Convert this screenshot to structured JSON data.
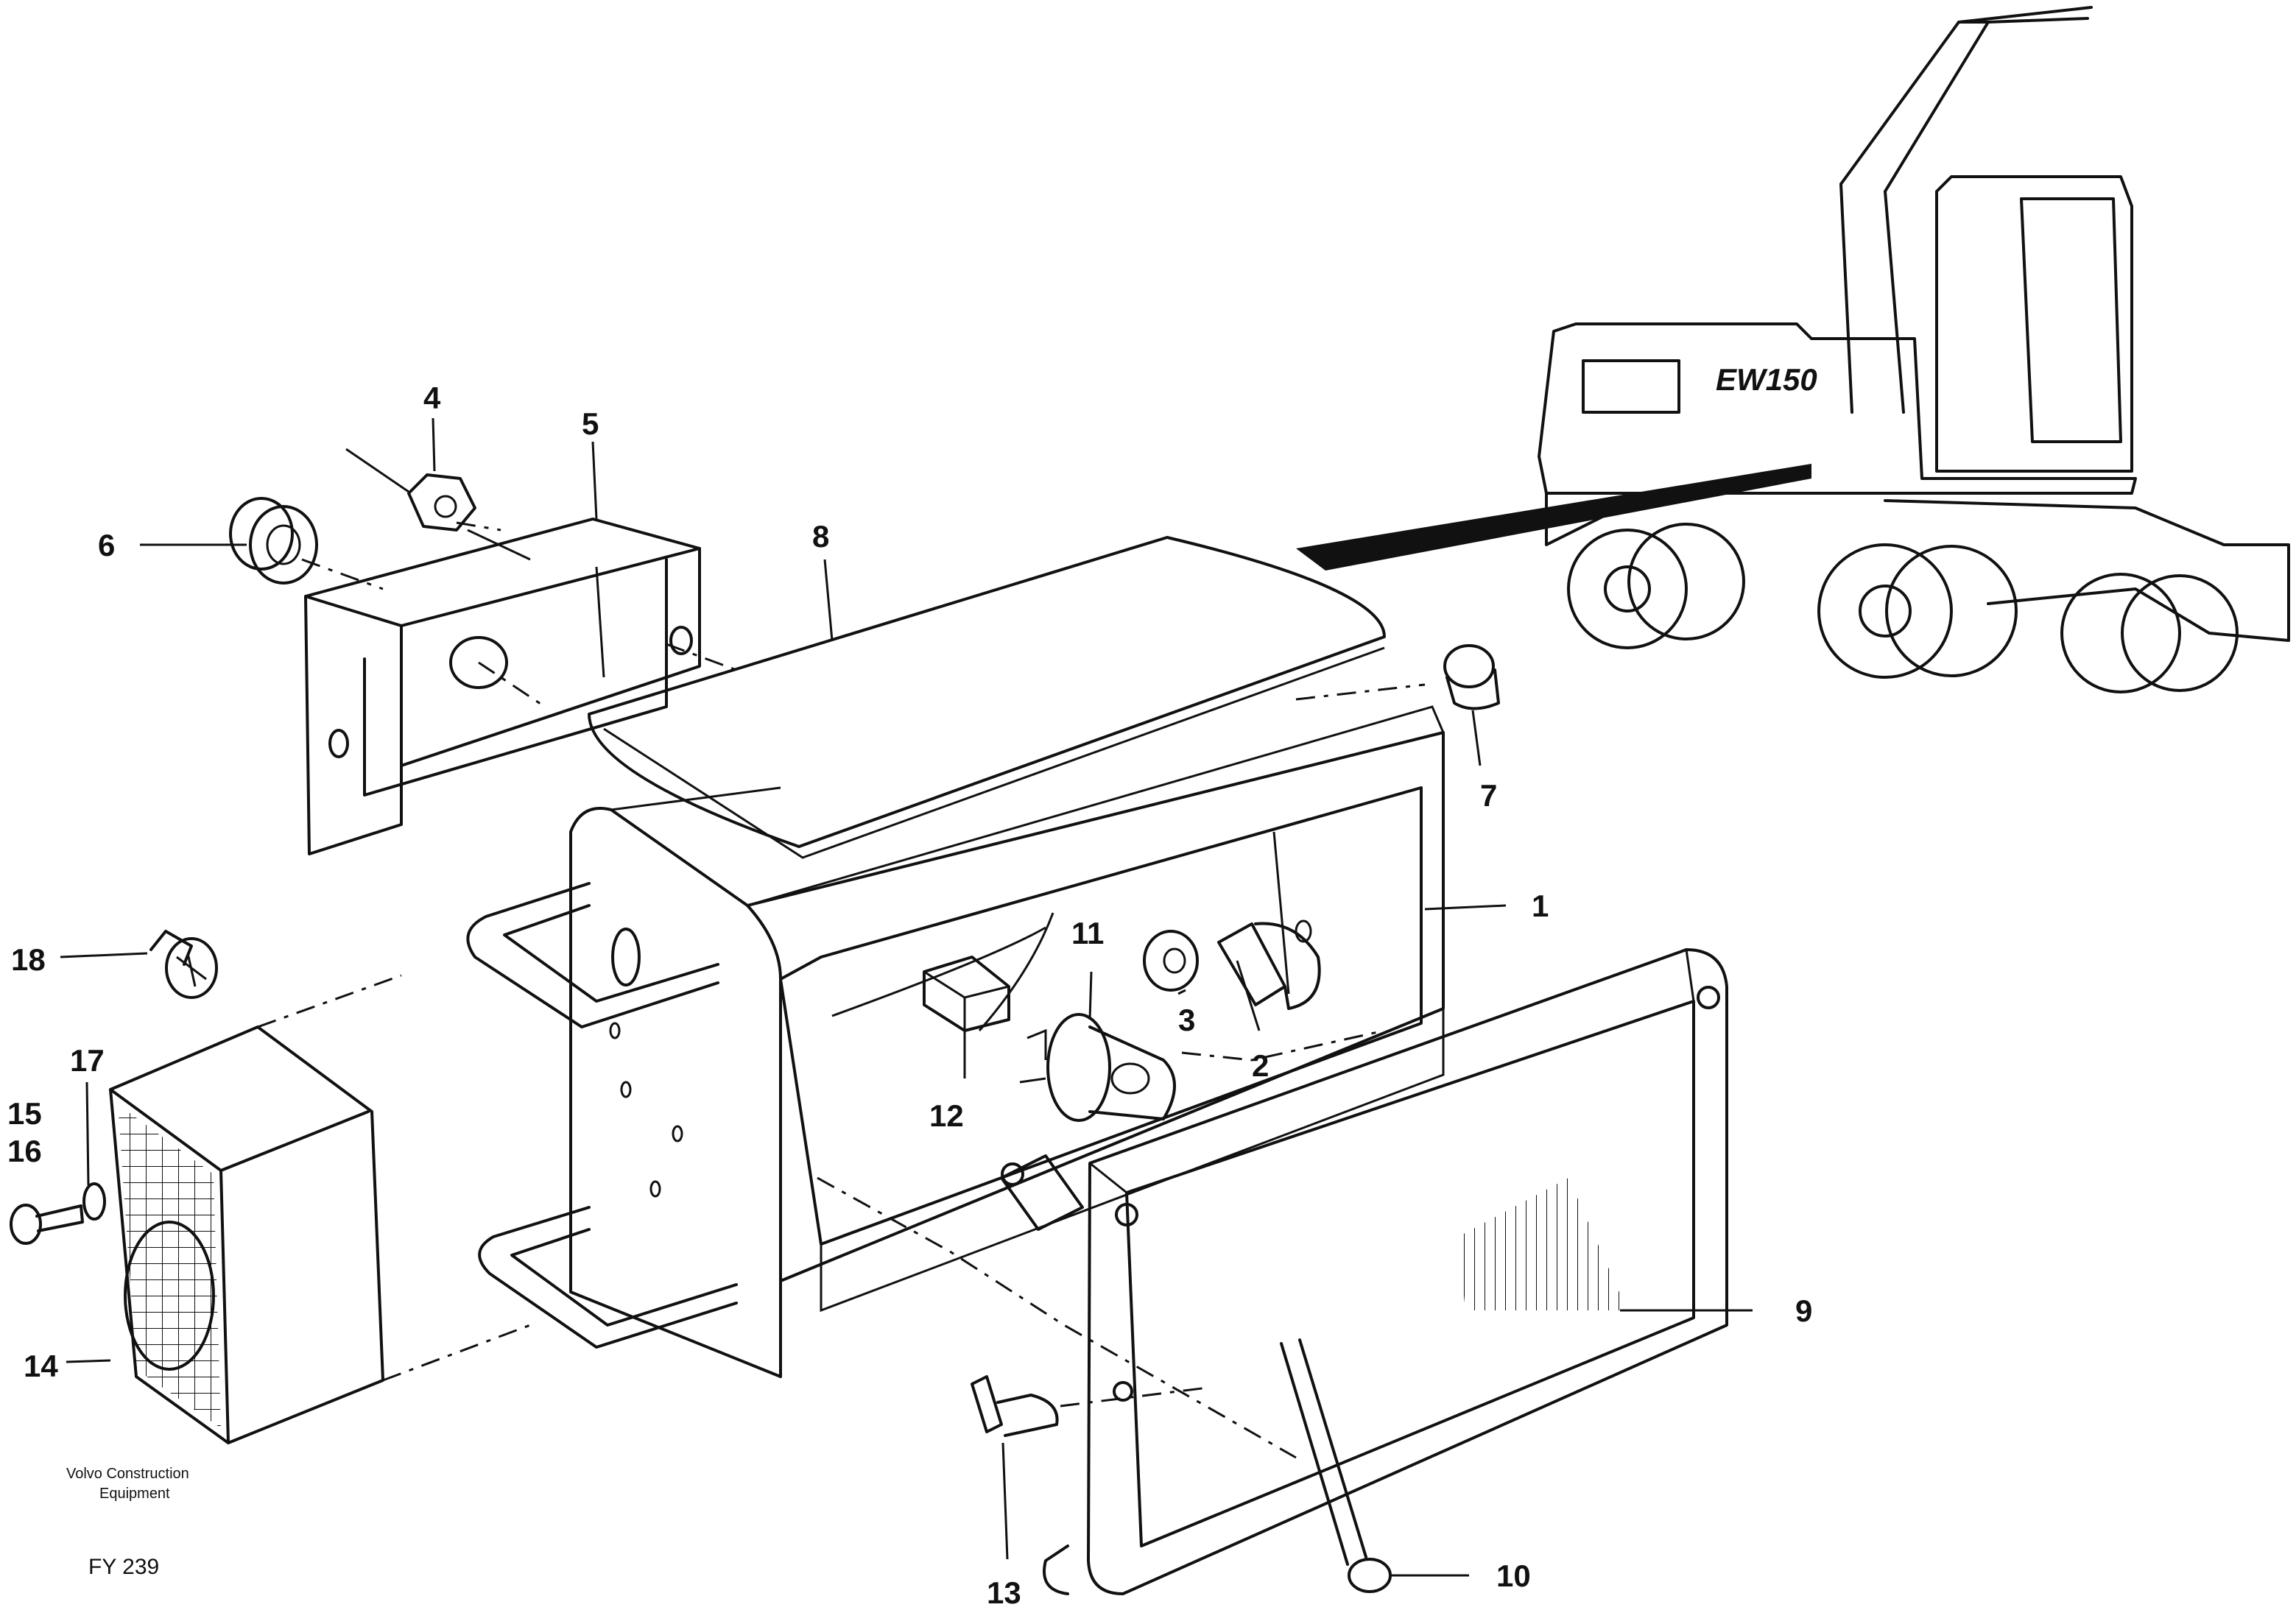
{
  "figure": {
    "caption_line1": "Volvo Construction",
    "caption_line2": "Equipment",
    "figure_number": "FY 239",
    "machine_badge": "EW150"
  },
  "callouts": {
    "c1": "1",
    "c2": "2",
    "c3": "3",
    "c4": "4",
    "c5": "5",
    "c6": "6",
    "c7": "7",
    "c8": "8",
    "c9": "9",
    "c10": "10",
    "c11": "11",
    "c12": "12",
    "c13": "13",
    "c14": "14",
    "c15": "15",
    "c16": "16",
    "c17": "17",
    "c18": "18"
  }
}
